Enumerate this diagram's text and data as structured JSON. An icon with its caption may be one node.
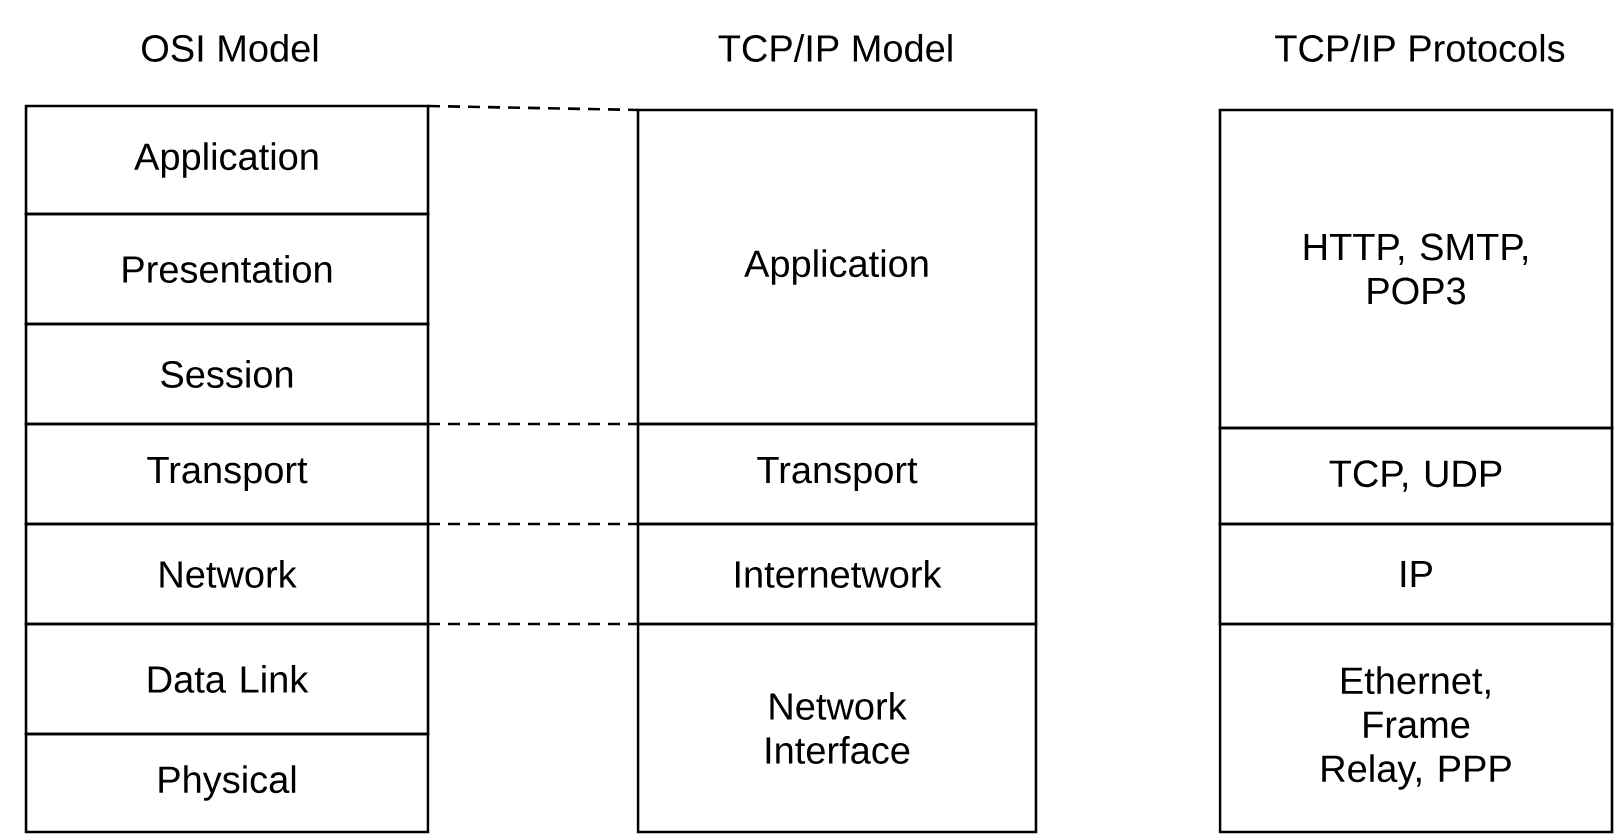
{
  "diagram": {
    "nodes": [
      {
        "text": [
          "Application"
        ]
      },
      {
        "text": [
          "Presentation"
        ]
      },
      {
        "text": [
          "Session"
        ]
      },
      {
        "text": [
          "Transport"
        ]
      },
      {
        "text": [
          "Network"
        ]
      },
      {
        "text": [
          "Data Link"
        ]
      },
      {
        "text": [
          "Physical"
        ]
      },
      {
        "text": [
          "Application"
        ]
      },
      {
        "text": [
          "Transport"
        ]
      },
      {
        "text": [
          "Internetwork"
        ]
      },
      {
        "text": [
          "Network Interface"
        ]
      },
      {
        "text": [
          "HTTP, SMTP, POP3"
        ]
      },
      {
        "text": [
          "TCP, UDP"
        ]
      },
      {
        "text": [
          "IP"
        ]
      },
      {
        "text": [
          "Ethernet, Frame Relay, PPP"
        ]
      }
    ],
    "labels": [
      "OSI Model",
      "TCP/IP Model",
      "TCP/IP Protocols"
    ]
  }
}
